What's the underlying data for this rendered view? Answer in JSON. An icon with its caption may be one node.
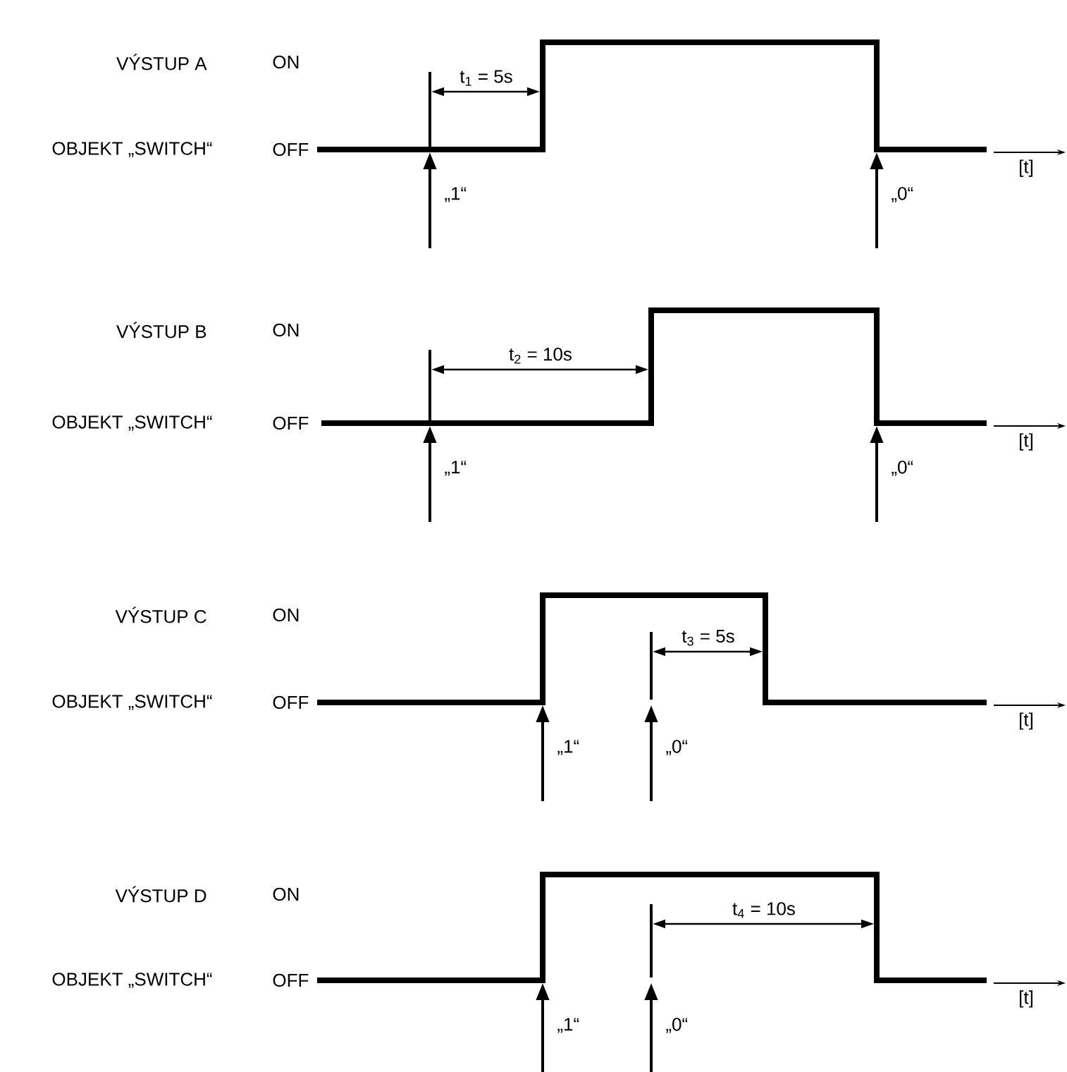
{
  "diagram": {
    "labels": [
      "VÝSTUP A",
      "ON",
      "OBJEKT „SWITCH“",
      "OFF",
      "t$_{1}$ = 5s",
      "„1“",
      "„0“",
      "[t]",
      "VÝSTUP B",
      "ON",
      "OBJEKT „SWITCH“",
      "OFF",
      "t$_{2}$ = 10s",
      "„1“",
      "„0“",
      "[t]",
      "VÝSTUP C",
      "ON",
      "OBJEKT „SWITCH“",
      "OFF",
      "t$_{3}$ = 5s",
      "„1“",
      "„0“",
      "[t]",
      "VÝSTUP D",
      "ON",
      "OBJEKT „SWITCH“",
      "OFF",
      "t$_{4}$ = 10s",
      "„1“",
      "„0“",
      "[t]"
    ]
  }
}
